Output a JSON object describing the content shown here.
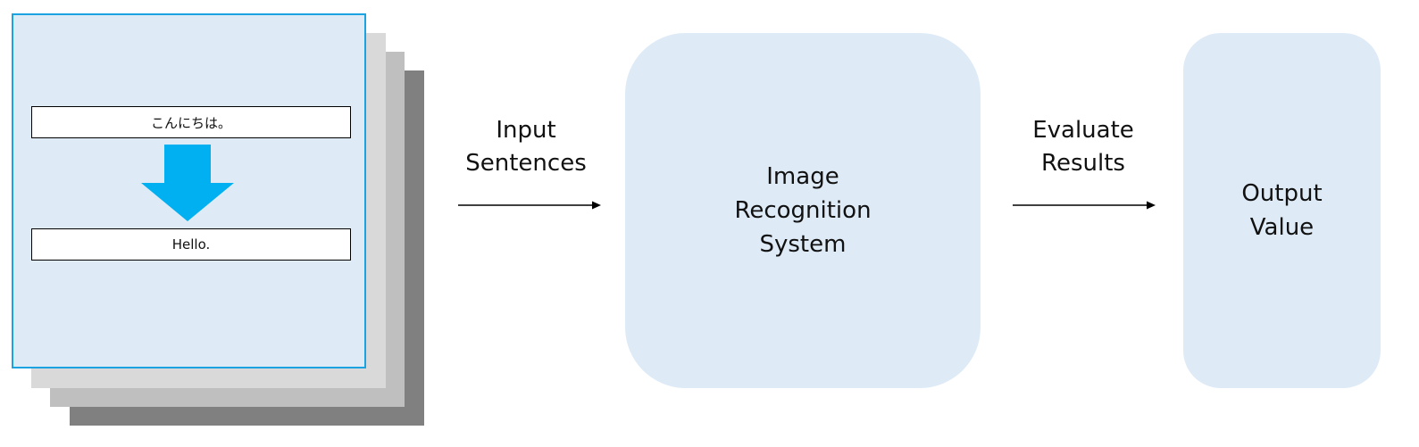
{
  "input_stack": {
    "source_text": "こんにちは。",
    "target_text": "Hello."
  },
  "flow": {
    "input_label": "Input\nSentences",
    "evaluate_label": "Evaluate\nResults"
  },
  "system": {
    "label": "Image\nRecognition\nSystem"
  },
  "output": {
    "label": "Output\nValue"
  },
  "colors": {
    "block_fill": "#deebf7",
    "card_border": "#1aa3e0",
    "arrow_fill": "#00b0f0",
    "stack_light": "#d9d9d9",
    "stack_mid": "#bfbfbf",
    "stack_dark": "#808080"
  },
  "icons": {
    "translate_arrow": "down-arrow-icon",
    "flow_arrow": "right-arrow-icon"
  }
}
